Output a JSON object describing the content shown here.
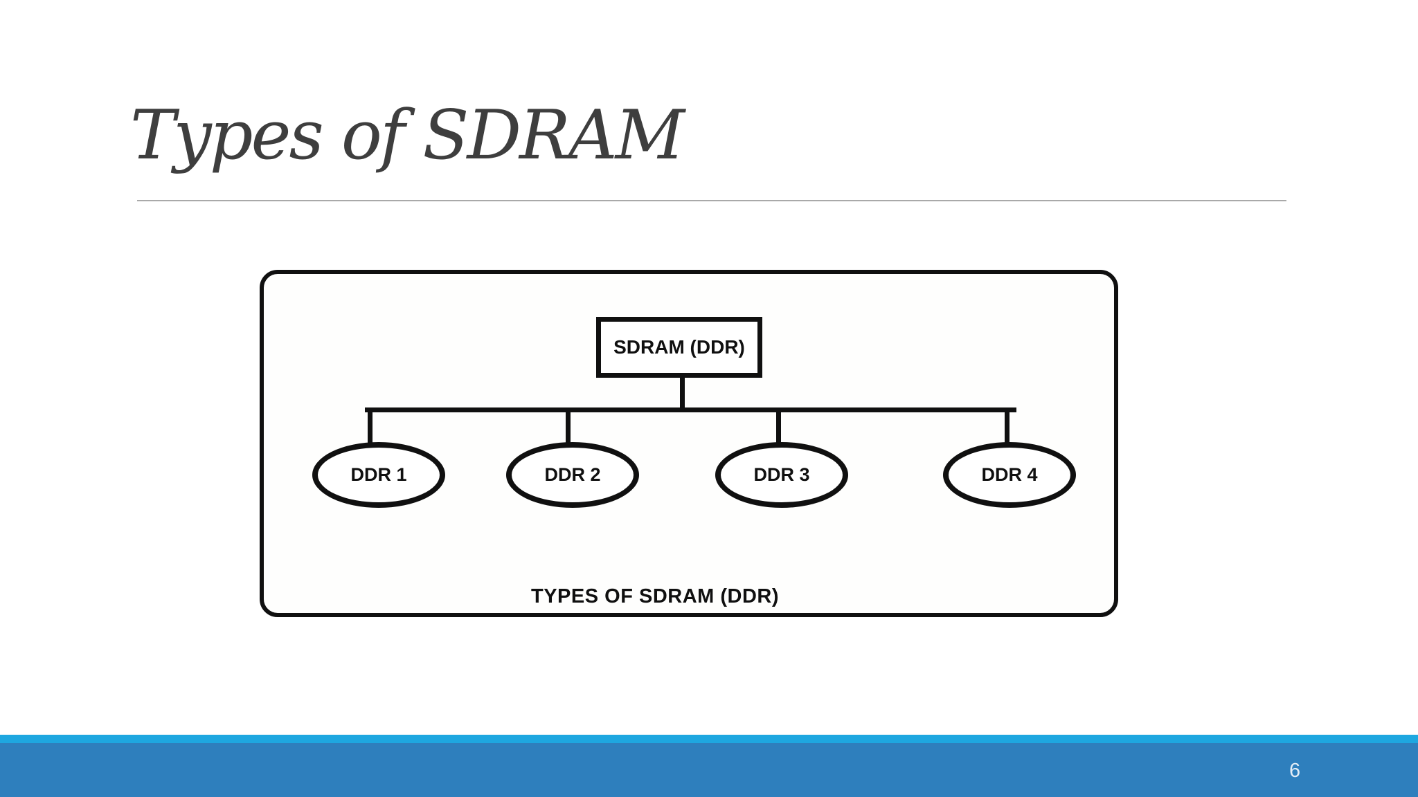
{
  "header": {
    "title": "Types of SDRAM"
  },
  "diagram": {
    "root_label": "SDRAM (DDR)",
    "children": [
      {
        "label": "DDR 1"
      },
      {
        "label": "DDR 2"
      },
      {
        "label": "DDR 3"
      },
      {
        "label": "DDR 4"
      }
    ],
    "caption": "TYPES OF SDRAM (DDR)"
  },
  "footer": {
    "page_number": "6"
  },
  "colors": {
    "accent_strip_light_blue": "#1ea7e0",
    "footer_bar_blue": "#2e7fbd",
    "title_text": "#3e3e3e",
    "divider_gray": "#a9a9a9",
    "diagram_line_black": "#101010",
    "page_number_text": "#e4edf6"
  }
}
